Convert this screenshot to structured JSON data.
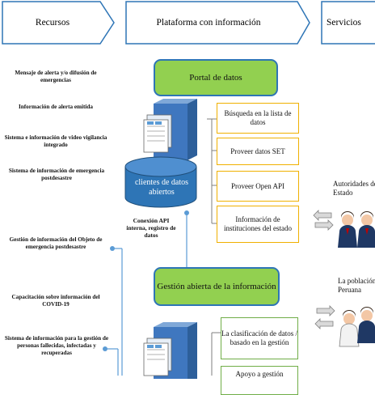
{
  "header": {
    "col1": "Recursos",
    "col2": "Plataforma con información",
    "col3": "Servicios"
  },
  "resources": [
    "Mensaje de alerta y/o difusión de emergencias",
    "Información de alerta emitida",
    "Sistema e información de video vigilancia integrado",
    "Sistema de información de emergencia postdesastre",
    "Gestión de información del Objeto de emergencia postdesastre",
    "Capacitación sobre información del COVID-19",
    "Sistema de información para la gestión de personas fallecidas, infectadas y recuperadas"
  ],
  "portal": {
    "title": "Portal de datos",
    "db_label": "clientes de datos abiertos",
    "api_note": "Conexión API interna, registro de datos",
    "functions": [
      "Búsqueda en la lista de datos",
      "Proveer datos SET",
      "Proveer Open API",
      "Información de instituciones del estado"
    ]
  },
  "management": {
    "title": "Gestión abierta de la información",
    "functions": [
      "La clasificación de datos / basado en la gestión",
      "Apoyo a gestión"
    ]
  },
  "services": {
    "authorities": "Autoridades del Estado",
    "population": "La población Peruana"
  },
  "colors": {
    "green_fill": "#92d050",
    "green_border": "#2e75b6",
    "yellow_border": "#f0b000",
    "box_green_border": "#70ad47",
    "connector_blue": "#5b9bd5"
  }
}
